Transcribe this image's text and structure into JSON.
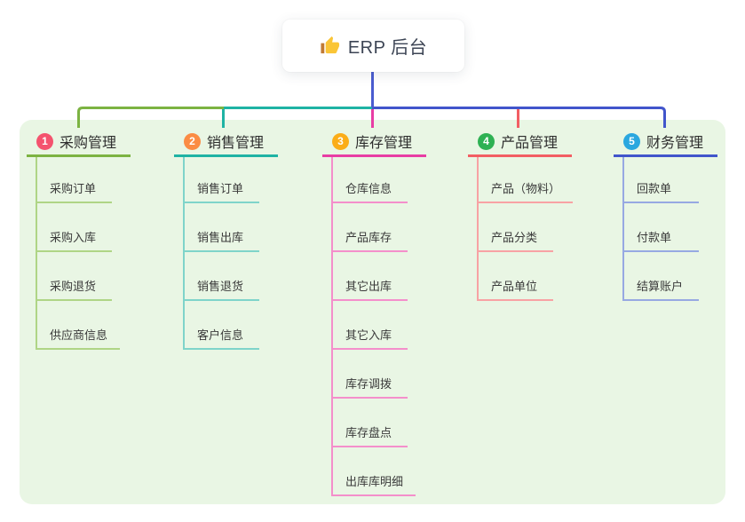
{
  "root": {
    "label": "ERP 后台",
    "icon": "thumbs-up-icon"
  },
  "connector": {
    "root_color": "#4A5CD0"
  },
  "branches": [
    {
      "num": "1",
      "title": "采购管理",
      "color": "#7CB342",
      "light": "#AFD586",
      "badge_color": "#F4536E",
      "children": [
        "采购订单",
        "采购入库",
        "采购退货",
        "供应商信息"
      ]
    },
    {
      "num": "2",
      "title": "销售管理",
      "color": "#1FB3A4",
      "light": "#7FD4CA",
      "badge_color": "#FB8C44",
      "children": [
        "销售订单",
        "销售出库",
        "销售退货",
        "客户信息"
      ]
    },
    {
      "num": "3",
      "title": "库存管理",
      "color": "#E83DA4",
      "light": "#F48FCB",
      "badge_color": "#FBAD18",
      "children": [
        "仓库信息",
        "产品库存",
        "其它出库",
        "其它入库",
        "库存调拨",
        "库存盘点",
        "出库库明细"
      ]
    },
    {
      "num": "4",
      "title": "产品管理",
      "color": "#F25E63",
      "light": "#F8A2A4",
      "badge_color": "#2EB153",
      "children": [
        "产品（物料）",
        "产品分类",
        "产品单位"
      ]
    },
    {
      "num": "5",
      "title": "财务管理",
      "color": "#4155CB",
      "light": "#97A9E2",
      "badge_color": "#2AA7DF",
      "children": [
        "回款单",
        "付款单",
        "结算账户"
      ]
    }
  ]
}
